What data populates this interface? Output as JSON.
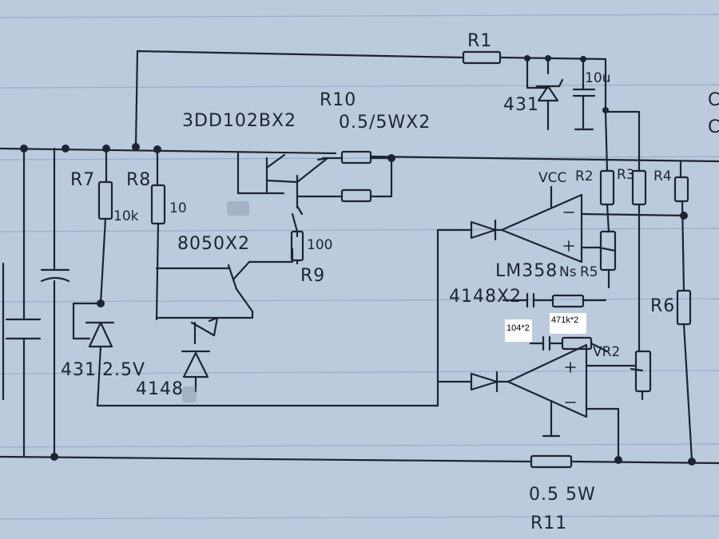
{
  "labels": {
    "r1": "R1",
    "zener_top": "431",
    "cap_top": "10u",
    "transistor_pair": "3DD102BX2",
    "r10": "R10",
    "r10_value": "0.5/5WX2",
    "vcc": "VCC",
    "r2": "R2",
    "r3": "R3",
    "r4": "R4",
    "r7": "R7",
    "r7_value": "10k",
    "r8": "R8",
    "r8_value": "10",
    "driver_pair": "8050X2",
    "r9_value": "100",
    "r9": "R9",
    "opamp": "LM358",
    "ns": "Ns",
    "r5": "R5",
    "diodes": "4148X2",
    "r6": "R6",
    "cap_note": "104*2",
    "res_note": "471k*2",
    "vr2": "VR2",
    "zener_left": "431",
    "ref_voltage": "2.5V",
    "diode_left": "4148",
    "r11_value": "0.5 5W",
    "r11": "R11",
    "edge_char_1": "C",
    "edge_char_2": "C"
  },
  "colors": {
    "paper": "#bccadd",
    "ink": "#1d2433",
    "rules": "#8ea2c4"
  }
}
